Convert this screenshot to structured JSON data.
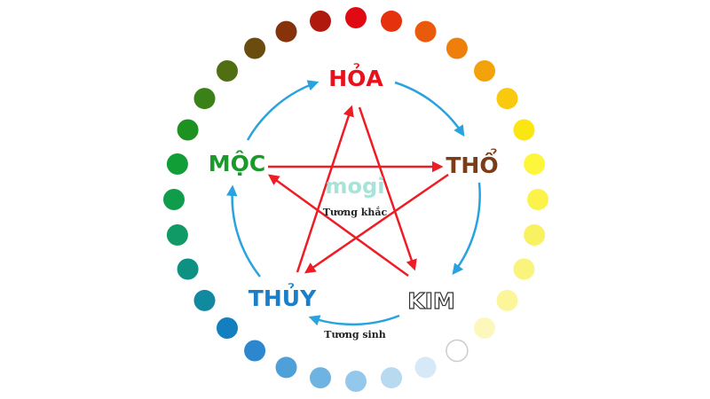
{
  "elements": {
    "hoa": {
      "label": "HỎA",
      "color": "#e8121c"
    },
    "tho": {
      "label": "THỔ",
      "color": "#7a3d17"
    },
    "kim": {
      "label": "KIM",
      "color": "#ffffff",
      "outline": "#333333"
    },
    "thuy": {
      "label": "THỦY",
      "color": "#1a7fc8"
    },
    "moc": {
      "label": "MỘC",
      "color": "#1a9a2a"
    }
  },
  "captions": {
    "tuong_khac": "Tương khắc",
    "tuong_sinh": "Tương sinh"
  },
  "watermark": "mogi",
  "colors": {
    "generating_arrow": "#29a3e0",
    "controlling_arrow": "#ee1c24"
  },
  "dot_ring": [
    "#e00b12",
    "#e5310e",
    "#ea5a0c",
    "#ef7f0b",
    "#f4a20a",
    "#f8c90c",
    "#fbe612",
    "#fdf63a",
    "#fbf34a",
    "#f8f160",
    "#f9f47c",
    "#fbf69a",
    "#fcf8bd",
    "#ffffff",
    "#d7e9f6",
    "#b8daf0",
    "#94c8ea",
    "#6fb3e2",
    "#4f9fd8",
    "#2d87cf",
    "#137fbf",
    "#118aa0",
    "#0e9083",
    "#0f9a66",
    "#0f9d4c",
    "#119e36",
    "#1e9221",
    "#3a8218",
    "#4f6f12",
    "#694c0e",
    "#86330c",
    "#b0190d"
  ]
}
